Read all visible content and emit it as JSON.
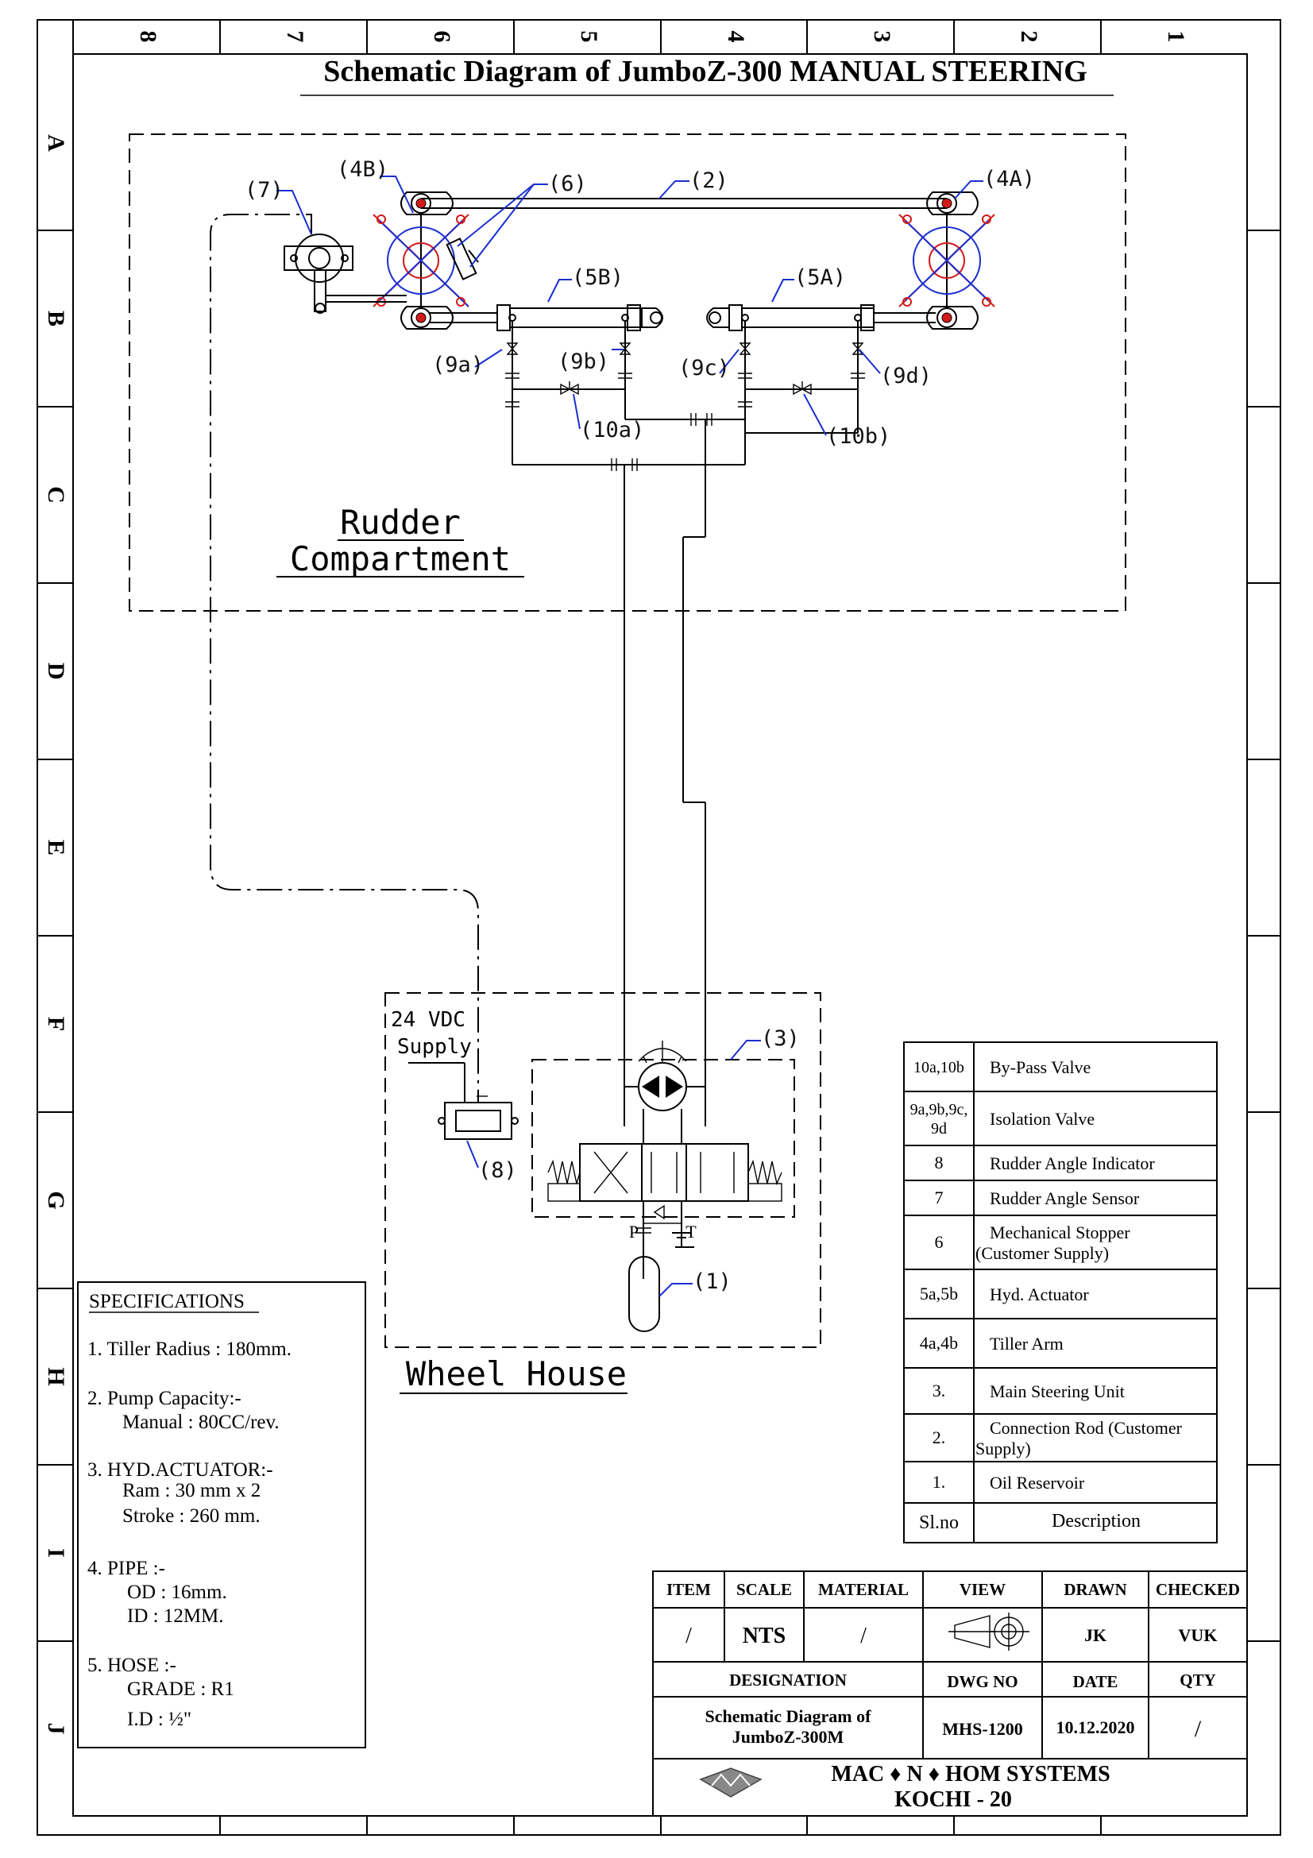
{
  "title": "Schematic Diagram of JumboZ-300 MANUAL STEERING",
  "zones": {
    "top_numbers": [
      "8",
      "7",
      "6",
      "5",
      "4",
      "3",
      "2",
      "1"
    ],
    "left_letters": [
      "A",
      "B",
      "C",
      "D",
      "E",
      "F",
      "G",
      "H",
      "I",
      "J"
    ]
  },
  "callouts": {
    "c7": "(7)",
    "c4b": "(4B)",
    "c6": "(6)",
    "c2": "(2)",
    "c4a": "(4A)",
    "c5b": "(5B)",
    "c5a": "(5A)",
    "c9a": "(9a)",
    "c9b": "(9b)",
    "c9c": "(9c)",
    "c9d": "(9d)",
    "c10a": "(10a)",
    "c10b": "(10b)",
    "c3": "(3)",
    "c8": "(8)",
    "c1": "(1)"
  },
  "rooms": {
    "rudder_line1": "Rudder",
    "rudder_line2": "Compartment",
    "wheel_house": "Wheel House"
  },
  "supply": {
    "line1": "24 VDC",
    "line2": "Supply"
  },
  "port_labels": {
    "p": "P",
    "t": "T"
  },
  "specifications": {
    "heading": "SPECIFICATIONS",
    "lines": [
      "1. Tiller Radius : 180mm.",
      "2. Pump Capacity:-",
      "Manual  : 80CC/rev.",
      "3. HYD.ACTUATOR:-",
      "Ram    : 30 mm x 2",
      "Stroke : 260 mm.",
      "4. PIPE :-",
      "OD     : 16mm.",
      "ID      : 12MM.",
      "5. HOSE :-",
      "GRADE : R1",
      "I.D        : ½\""
    ]
  },
  "bom": {
    "rows": [
      {
        "no": "10a,10b",
        "desc": [
          "By-Pass Valve"
        ]
      },
      {
        "no": "9a,9b,9c,|9d",
        "desc": [
          "Isolation Valve"
        ]
      },
      {
        "no": "8",
        "desc": [
          "Rudder Angle Indicator"
        ]
      },
      {
        "no": "7",
        "desc": [
          "Rudder Angle Sensor"
        ]
      },
      {
        "no": "6",
        "desc": [
          "Mechanical Stopper",
          "(Customer Supply)"
        ]
      },
      {
        "no": "5a,5b",
        "desc": [
          "Hyd. Actuator"
        ]
      },
      {
        "no": "4a,4b",
        "desc": [
          "Tiller Arm"
        ]
      },
      {
        "no": "3.",
        "desc": [
          "Main Steering Unit"
        ]
      },
      {
        "no": "2.",
        "desc": [
          "Connection Rod (Customer",
          "Supply)"
        ]
      },
      {
        "no": "1.",
        "desc": [
          "Oil Reservoir"
        ]
      }
    ],
    "header_no": "Sl.no",
    "header_desc": "Description"
  },
  "title_block": {
    "h_item": "ITEM",
    "h_scale": "SCALE",
    "h_material": "MATERIAL",
    "h_view": "VIEW",
    "h_drawn": "DRAWN",
    "h_checked": "CHECKED",
    "v_item": "/",
    "v_scale": "NTS",
    "v_material": "/",
    "v_drawn": "JK",
    "v_checked": "VUK",
    "h_designation": "DESIGNATION",
    "h_dwg": "DWG  NO",
    "h_date": "DATE",
    "h_qty": "QTY",
    "designation_line1": "Schematic Diagram of",
    "designation_line2": "JumboZ-300M",
    "v_dwg": "MHS-1200",
    "v_date": "10.12.2020",
    "v_qty": "/",
    "company_line1": "MAC ♦ N ♦ HOM  SYSTEMS",
    "company_line2": "KOCHI - 20"
  }
}
